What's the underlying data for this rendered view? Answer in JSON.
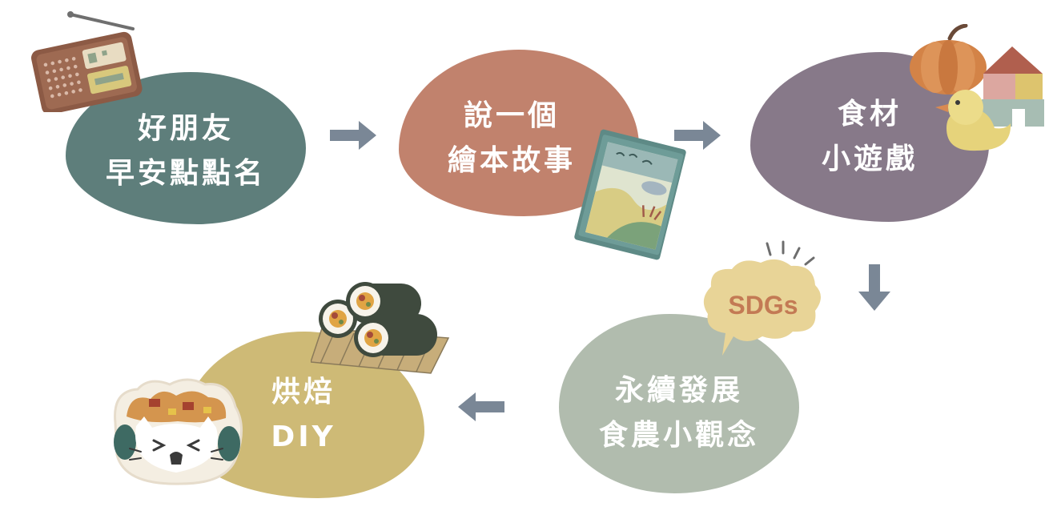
{
  "steps": [
    {
      "line1": "好朋友",
      "line2": "早安點點名"
    },
    {
      "line1": "說一個",
      "line2": "繪本故事"
    },
    {
      "line1": "食材",
      "line2": "小遊戲"
    },
    {
      "line1": "永續發展",
      "line2": "食農小觀念"
    },
    {
      "line1": "烘焙",
      "line2": "DIY"
    }
  ],
  "sdgs_label": "SDGs",
  "colors": {
    "step1": "#5e7e7b",
    "step2": "#c1826d",
    "step3": "#877989",
    "step4": "#b1bcae",
    "step5": "#ceba76",
    "arrow": "#7a8796"
  },
  "icons": [
    "radio-icon",
    "picture-book-icon",
    "pumpkin-icon",
    "toy-duck-icon",
    "toy-blocks-icon",
    "sdgs-speech-bubble-icon",
    "sushi-rolls-icon",
    "cat-bento-icon"
  ]
}
